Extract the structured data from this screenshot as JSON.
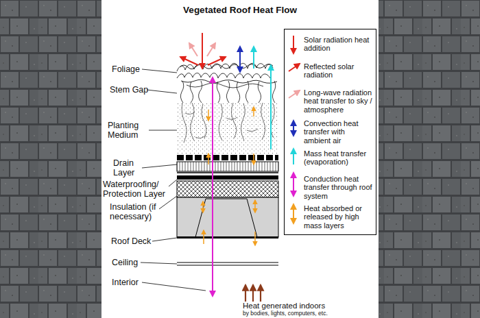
{
  "diagram": {
    "title": "Vegetated Roof Heat Flow",
    "labels": [
      "Foliage",
      "Stem Gap",
      "Planting Medium",
      "Drain Layer",
      "Waterproofing/ Protection Layer",
      "Insulation (if necessary)",
      "Roof Deck",
      "Ceiling",
      "Interior",
      "Heat generated indoors",
      "by bodies, lights, computers, etc."
    ],
    "legend": [
      {
        "text": "Solar radiation heat addition"
      },
      {
        "text": "Reflected solar radiation"
      },
      {
        "text": "Long-wave radiation heat transfer to sky / atmosphere"
      },
      {
        "text": "Convection heat transfer with ambient air"
      },
      {
        "text": "Mass heat transfer (evaporation)"
      },
      {
        "text": "Conduction heat transfer through roof system"
      },
      {
        "text": "Heat absorbed or released by high mass layers"
      }
    ]
  }
}
